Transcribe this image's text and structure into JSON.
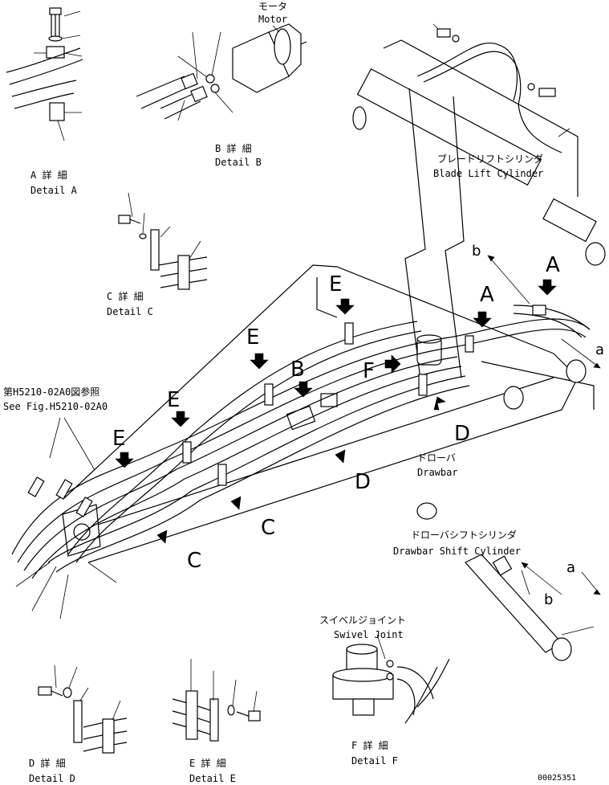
{
  "labels": {
    "motor_jp": "モータ",
    "motor_en": "Motor",
    "detail_a_jp": "A 詳 細",
    "detail_a_en": "Detail A",
    "detail_b_jp": "B 詳 細",
    "detail_b_en": "Detail B",
    "detail_c_jp": "C 詳 細",
    "detail_c_en": "Detail C",
    "detail_d_jp": "D 詳 細",
    "detail_d_en": "Detail D",
    "detail_e_jp": "E 詳 細",
    "detail_e_en": "Detail E",
    "detail_f_jp": "F 詳 細",
    "detail_f_en": "Detail F",
    "blade_jp": "ブレードリフトシリンダ",
    "blade_en": "Blade Lift Cylinder",
    "drawbar_jp": "ドローバ",
    "drawbar_en": "Drawbar",
    "shift_jp": "ドローバシフトシリンダ",
    "shift_en": "Drawbar Shift Cylinder",
    "swivel_jp": "スイベルジョイント",
    "swivel_en": "Swivel Joint",
    "ref_jp": "第H5210-02A0図参照",
    "ref_en": "See Fig.H5210-02A0",
    "drawing_no": "00025351"
  },
  "callouts": {
    "A": "A",
    "B": "B",
    "C": "C",
    "D": "D",
    "E": "E",
    "F": "F",
    "a": "a",
    "b": "b"
  }
}
